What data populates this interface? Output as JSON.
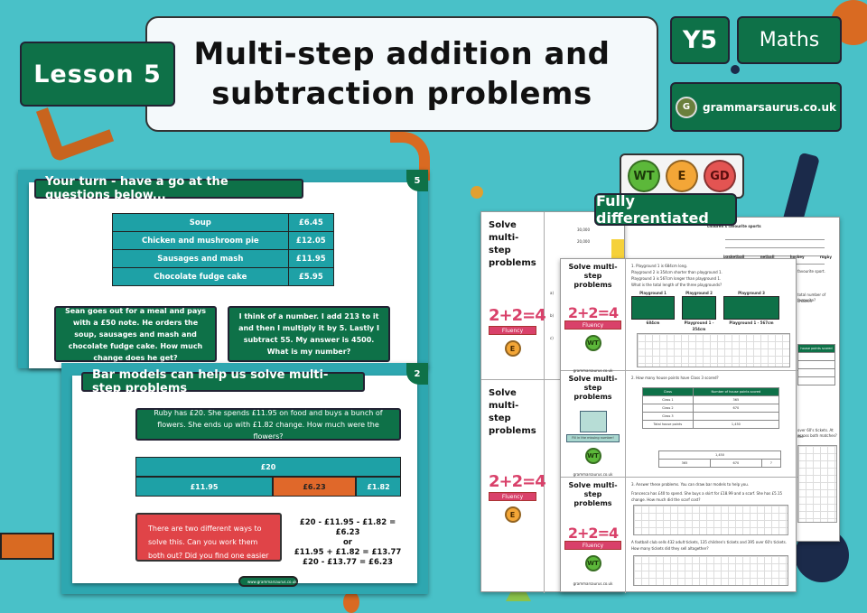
{
  "header": {
    "lesson_label": "Lesson 5",
    "title_line1": "Multi-step addition and",
    "title_line2": "subtraction problems",
    "year": "Y5",
    "subject": "Maths",
    "website": "grammarsaurus.co.uk",
    "logo_letter": "G"
  },
  "differentiation": {
    "levels": [
      "WT",
      "E",
      "GD"
    ],
    "label": "Fully differentiated"
  },
  "slide5": {
    "number": "5",
    "heading": "Your turn - have a go at the questions below...",
    "menu": [
      {
        "item": "Soup",
        "price": "£6.45"
      },
      {
        "item": "Chicken and mushroom pie",
        "price": "£12.05"
      },
      {
        "item": "Sausages and mash",
        "price": "£11.95"
      },
      {
        "item": "Chocolate fudge cake",
        "price": "£5.95"
      }
    ],
    "question1": "Sean goes out for a meal and pays with a £50 note. He orders the soup, sausages and mash and chocolate fudge cake. How much change does he get?",
    "question2": "I think of a number. I add 213 to it and then I multiply it by 5. Lastly I subtract 55. My answer is 4500. What is my number?"
  },
  "slide2": {
    "number": "2",
    "heading": "Bar models can help us solve multi-step problems",
    "problem": "Ruby has £20. She spends £11.95 on food and buys a bunch of flowers. She ends up with £1.82 change. How much were the flowers?",
    "bar_total": "£20",
    "bar_parts": [
      "£11.95",
      "£6.23",
      "£1.82"
    ],
    "prompt": "There are two different ways to solve this. Can you work them both out? Did you find one easier than the other?",
    "equation1": "£20 - £11.95 - £1.82 = £6.23",
    "or": "or",
    "equation2": "£11.95 + £1.82 = £13.77",
    "equation3": "£20 - £13.77 = £6.23",
    "footer": "www.grammarsaurus.co.uk"
  },
  "worksheets": {
    "title_short": "Solve multi-step problems",
    "title_line1": "Solve",
    "title_line2": "multi-step",
    "title_line3": "problems",
    "fluency_eq": "2+2=4",
    "fluency_label": "Fluency",
    "puzzle_label": "Fill in the missing number!",
    "footer": "grammarsaurus.co.uk",
    "back_sheet": {
      "level": "E",
      "chart_ticks": [
        "30,000",
        "20,000",
        "10,000"
      ],
      "chart_categories": [
        "basketball",
        "netball",
        "hockey",
        "rugby"
      ],
      "chart_title_fragment": "children's favourite sports",
      "q_fragments": [
        "a)",
        "b)",
        "c)"
      ]
    },
    "front_sheet": {
      "level": "WT",
      "q1_lines": [
        "1. Playground 1 is 684cm long.",
        "Playground 2 is 354cm shorter than playground 1.",
        "Playground 3 is 567cm longer than playground 1.",
        "What is the total length of the three playgrounds?"
      ],
      "playgrounds": [
        {
          "label": "Playground 1",
          "measure": "684cm"
        },
        {
          "label": "Playground 2",
          "measure": "Playground 1 - 354cm"
        },
        {
          "label": "Playground 3",
          "measure": "Playground 1 - 567cm"
        }
      ],
      "q2": "2. How many house points have Class 3 scored?",
      "points_table": {
        "headers": [
          "Class",
          "Number of house points scored"
        ],
        "rows": [
          [
            "Class 1",
            "365"
          ],
          [
            "Class 2",
            "670"
          ],
          [
            "Class 3",
            ""
          ],
          [
            "Total house points",
            "1,450"
          ]
        ]
      },
      "bar_total": "1,450",
      "bar_parts": [
        "365",
        "670",
        "?"
      ],
      "q3_intro": "3. Answer these problems. You can draw bar models to help you.",
      "q3a": "Francesca has £40 to spend. She buys a skirt for £18.99 and a scarf. She has £5.15 change. How much did the scarf cost?",
      "q3b": "A football club sells 432 adult tickets, 135 children's tickets and 395 over 60's tickets. How many tickets did they sell altogether?"
    },
    "right_sheet_fragments": [
      "favourite sport.",
      "total number of children",
      "favourite?",
      "house points scored",
      "over 60's tickets. At the",
      "across both matches?"
    ]
  }
}
